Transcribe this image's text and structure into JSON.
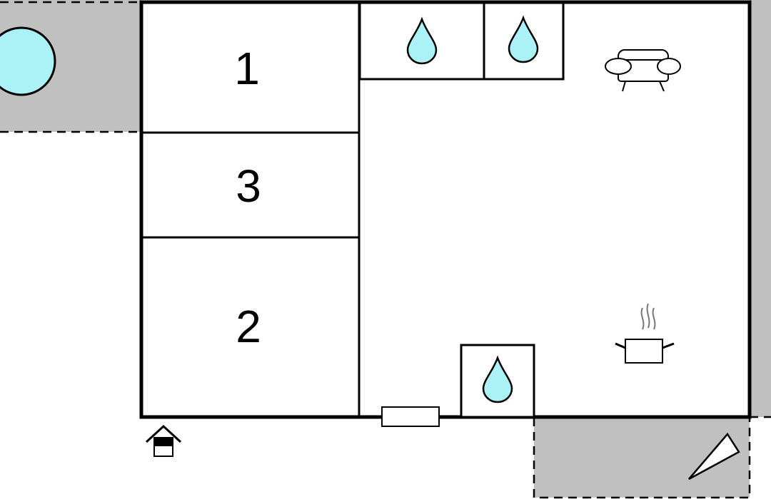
{
  "plan": {
    "rooms": [
      {
        "id": "bedroom-1",
        "label": "1"
      },
      {
        "id": "bedroom-3",
        "label": "3"
      },
      {
        "id": "bedroom-2",
        "label": "2"
      }
    ],
    "icons": [
      "pool-icon",
      "bathroom-water-drop-icon",
      "bathroom-water-drop-icon",
      "bathroom-water-drop-icon",
      "sofa-icon",
      "cooking-pot-icon",
      "entrance-house-icon",
      "terrace-parasol-icon",
      "window-icon"
    ],
    "colors": {
      "outdoor_area": "#c0c0c0",
      "water": "#aaf2f6",
      "wall": "#000000",
      "background": "#ffffff"
    }
  }
}
